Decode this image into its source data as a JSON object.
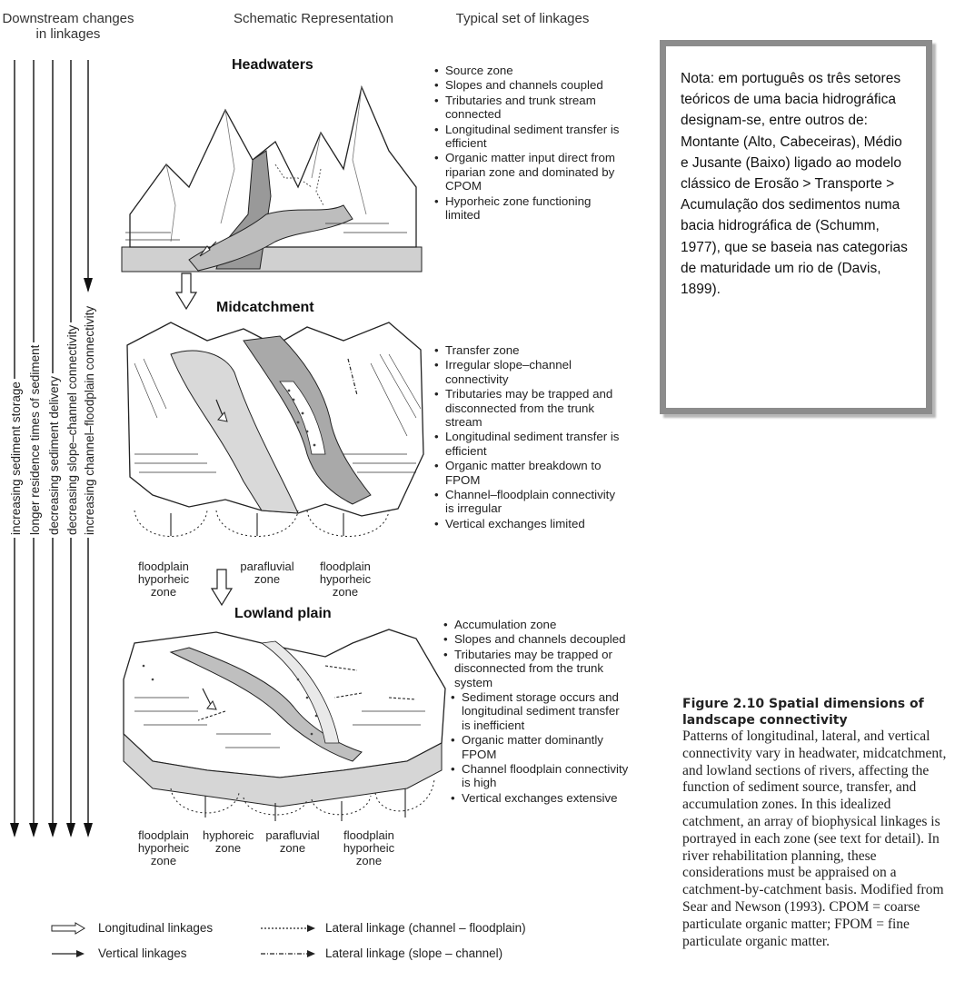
{
  "headers": {
    "left": "Downstream changes in linkages",
    "center": "Schematic Representation",
    "right": "Typical set of linkages"
  },
  "trend_arrows": [
    "increasing sediment storage",
    "longer residence times of sediment",
    "decreasing sediment delivery",
    "decreasing slope–channel connectivity",
    "increasing channel–floodplain connectivity"
  ],
  "zones": {
    "headwaters": {
      "title": "Headwaters",
      "linkages": [
        "Source zone",
        "Slopes and channels coupled",
        "Tributaries and trunk stream connected",
        "Longitudinal sediment transfer is efficient",
        "Organic matter input direct from riparian zone and dominated by CPOM",
        "Hyporheic zone functioning limited"
      ]
    },
    "midcatchment": {
      "title": "Midcatchment",
      "linkages": [
        "Transfer zone",
        "Irregular slope–channel connectivity",
        "Tributaries may be trapped and disconnected from the trunk stream",
        "Longitudinal sediment transfer is efficient",
        "Organic matter breakdown to FPOM",
        "Channel–floodplain connectivity is irregular",
        "Vertical exchanges limited"
      ],
      "sublabels": [
        "floodplain hyporheic zone",
        "parafluvial zone",
        "floodplain hyporheic zone"
      ]
    },
    "lowland": {
      "title": "Lowland plain",
      "linkages": [
        "Accumulation zone",
        "Slopes and channels decoupled",
        "Tributaries may be trapped or disconnected from the trunk system",
        "Sediment storage occurs and longitudinal sediment transfer is inefficient",
        "Organic matter dominantly FPOM",
        "Channel floodplain connectivity is high",
        "Vertical exchanges extensive"
      ],
      "sublabels": [
        "floodplain hyporheic zone",
        "hyphoreic zone",
        "parafluvial zone",
        "floodplain hyporheic zone"
      ]
    }
  },
  "legend": {
    "longitudinal": "Longitudinal linkages",
    "vertical": "Vertical linkages",
    "lateral_fp": "Lateral linkage (channel – floodplain)",
    "lateral_slope": "Lateral linkage (slope – channel)"
  },
  "note": "Nota: em português os três setores teóricos de uma bacia hidrográfica designam-se, entre outros de: Montante (Alto, Cabeceiras), Médio e Jusante (Baixo) ligado ao modelo clássico de Erosão > Transporte > Acumulação dos sedimentos numa bacia hidrográfica de (Schumm, 1977), que se baseia nas categorias de maturidade um rio de (Davis, 1899).",
  "caption": {
    "title": "Figure 2.10  Spatial dimensions of landscape connectivity",
    "body": "Patterns of longitudinal, lateral, and vertical connectivity vary in headwater, midcatchment, and lowland sections of rivers, affecting the function of sediment source, transfer, and accumulation zones. In this idealized catchment, an array of biophysical linkages is portrayed in each zone (see text for detail). In river rehabilitation planning, these considerations must be appraised on a catchment-by-catchment basis. Modified from Sear and Newson (1993). CPOM = coarse particulate organic matter; FPOM = fine particulate organic matter."
  }
}
